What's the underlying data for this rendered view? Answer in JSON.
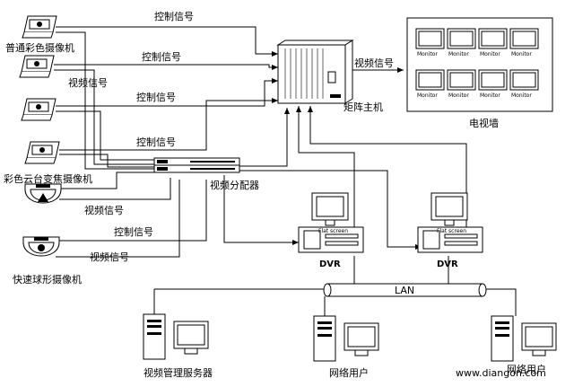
{
  "signals": {
    "control": "控制信号",
    "video": "视频信号"
  },
  "cameras": {
    "color": "普通彩色摄像机",
    "ptz": "彩色云台变焦摄像机",
    "dome": "快速球形摄像机"
  },
  "matrix": {
    "label": "矩阵主机"
  },
  "distributor": {
    "label": "视频分配器"
  },
  "tv_wall": {
    "label": "电视墙",
    "monitor_label": "Monitor",
    "monitors": [
      "Monitor",
      "Monitor",
      "Monitor",
      "Monitor",
      "Monitor",
      "Monitor",
      "Monitor",
      "Monitor"
    ]
  },
  "dvr": {
    "label": "DVR",
    "screen_text": "Flat screen"
  },
  "lan": {
    "label": "LAN"
  },
  "clients": {
    "server": "视频管理服务器",
    "user": "网络用户",
    "user2": "网络用户"
  },
  "watermark": "www.diangon.com"
}
